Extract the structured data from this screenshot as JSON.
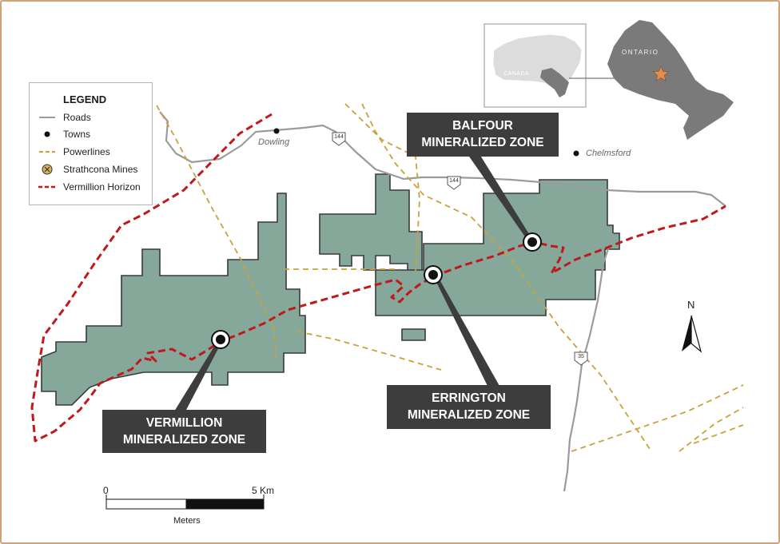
{
  "legend": {
    "title": "LEGEND",
    "items": [
      {
        "label": "Roads",
        "symbol": "road-line"
      },
      {
        "label": "Towns",
        "symbol": "town-dot"
      },
      {
        "label": "Powerlines",
        "symbol": "powerline-dash"
      },
      {
        "label": "Strathcona Mines",
        "symbol": "mine-icon"
      },
      {
        "label": "Vermillion Horizon",
        "symbol": "horizon-dash"
      }
    ]
  },
  "towns": {
    "dowling": "Dowling",
    "chelmsford": "Chelmsford"
  },
  "highways": {
    "hwy_a": "144",
    "hwy_b": "144",
    "hwy_c": "35"
  },
  "inset": {
    "country": "CANADA",
    "province": "ONTARIO"
  },
  "zones": {
    "balfour": {
      "line1": "BALFOUR",
      "line2": "MINERALIZED ZONE"
    },
    "errington": {
      "line1": "ERRINGTON",
      "line2": "MINERALIZED ZONE"
    },
    "vermillion": {
      "line1": "VERMILLION",
      "line2": "MINERALIZED ZONE"
    }
  },
  "north_arrow": {
    "label": "N"
  },
  "scale_bar": {
    "start": "0",
    "end": "5 Km",
    "units": "Meters"
  },
  "colors": {
    "claims_fill": "#86a89b",
    "claims_stroke": "#3a3a3a",
    "road": "#9b9b9b",
    "powerline": "#c9a23c",
    "horizon": "#c0191b",
    "frame": "#d4a373",
    "zone_box": "#3d3d3d",
    "inset_land": "#7a7a7a"
  }
}
